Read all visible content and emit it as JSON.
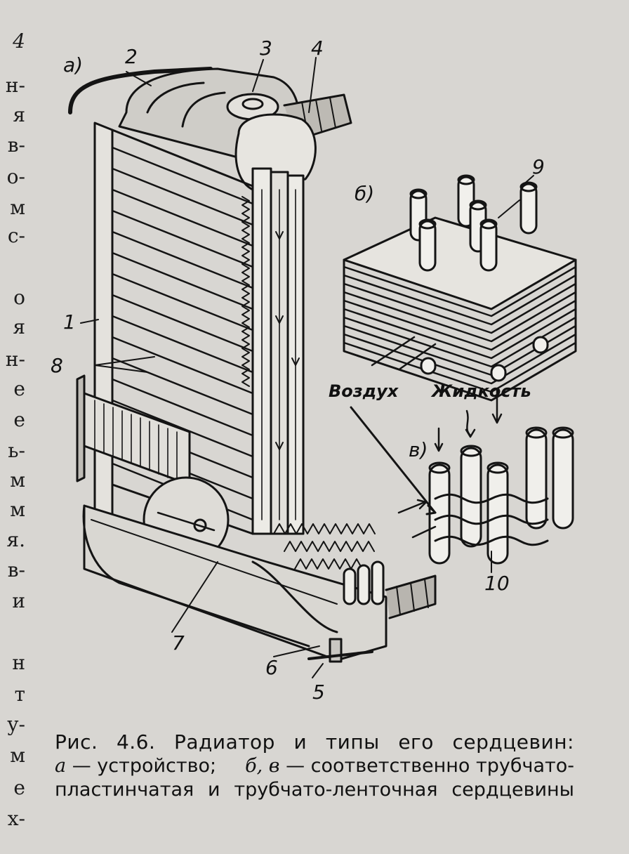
{
  "margin": {
    "chars": [
      "4",
      "н-",
      "я",
      "в-",
      "о-",
      "м",
      "с-",
      "о",
      "я",
      "н-",
      "е",
      "е",
      "ь-",
      "м",
      "м",
      "я.",
      "в-",
      "и",
      "н",
      "т",
      "у-",
      "м",
      "е",
      "х-"
    ]
  },
  "figure": {
    "labels": {
      "a": "а)",
      "b": "б)",
      "v": "в)",
      "n1": "1",
      "n2": "2",
      "n3": "3",
      "n4": "4",
      "n5": "5",
      "n6": "6",
      "n7": "7",
      "n8": "8",
      "n9": "9",
      "n10": "10",
      "air": "Воздух",
      "liquid": "Жидкость"
    }
  },
  "caption": {
    "line1": [
      "Рис.",
      "4.6.",
      "Радиатор",
      "и",
      "типы",
      "его",
      "сердцевин:"
    ],
    "line2_a": "а",
    "line2_rest": "— устройство;",
    "line2_b": "б, в",
    "line2_end": "— соответственно трубчато-",
    "line3": [
      "пластинчатая",
      "и",
      "трубчато-ленточная",
      "сердцевины"
    ]
  }
}
